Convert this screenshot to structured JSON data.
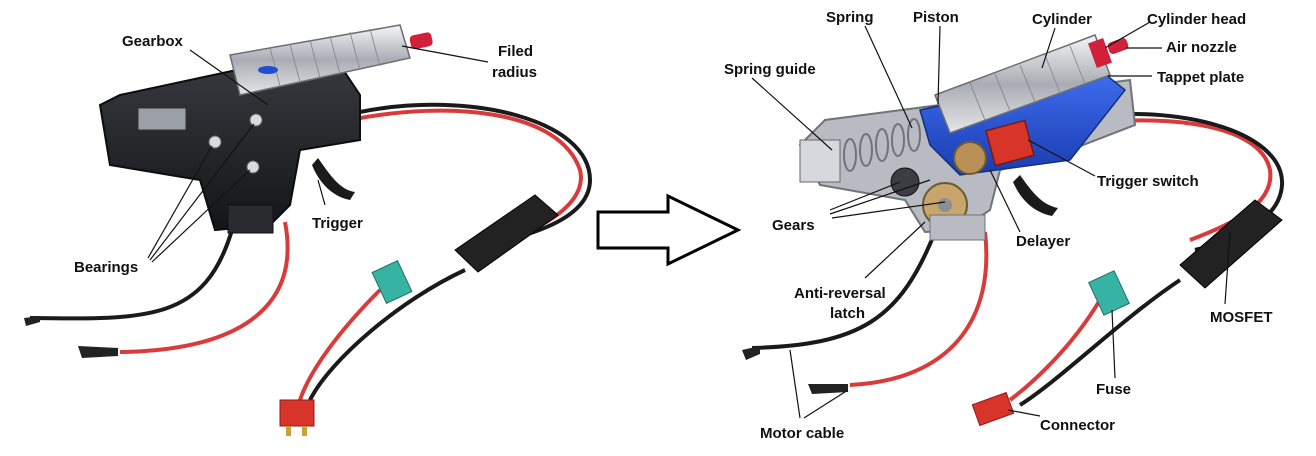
{
  "left_panel": {
    "labels": {
      "gearbox": "Gearbox",
      "filed_radius_1": "Filed",
      "filed_radius_2": "radius",
      "trigger": "Trigger",
      "bearings": "Bearings"
    }
  },
  "right_panel": {
    "labels": {
      "spring": "Spring",
      "piston": "Piston",
      "cylinder": "Cylinder",
      "cylinder_head": "Cylinder head",
      "air_nozzle": "Air nozzle",
      "tappet_plate": "Tappet plate",
      "spring_guide": "Spring guide",
      "trigger_switch": "Trigger switch",
      "gears": "Gears",
      "delayer": "Delayer",
      "anti_reversal_1": "Anti-reversal",
      "anti_reversal_2": "latch",
      "mosfet": "MOSFET",
      "fuse": "Fuse",
      "connector": "Connector",
      "motor_cable": "Motor cable"
    }
  },
  "colors": {
    "gearbox_black": "#1b1c1f",
    "cylinder_silver": "#c9ccd0",
    "nozzle_red": "#d0203a",
    "wire_red": "#d93a3a",
    "wire_black": "#1a1a1a",
    "plug_teal": "#37b3a3",
    "connector_red": "#d8342a",
    "piston_blue": "#1f4fd0",
    "shell_grey": "#b8bcc2"
  }
}
